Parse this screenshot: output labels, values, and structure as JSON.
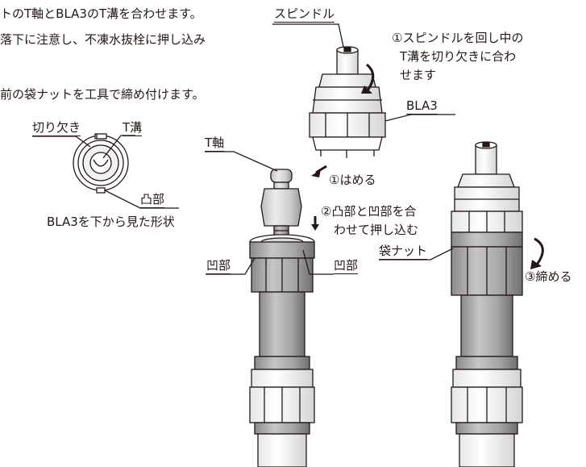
{
  "instructions": {
    "line1": "トのT軸とBLA3のT溝を合わせます。",
    "line2": "落下に注意し、不凍水抜栓に押し込み",
    "line3": "前の袋ナットを工具で締め付けます。"
  },
  "inset": {
    "label_notch": "切り欠き",
    "label_groove": "T溝",
    "label_convex": "凸部",
    "caption": "BLA3を下から見た形状"
  },
  "labels": {
    "spindle": "スピンドル",
    "step1_rotate": [
      "①スピンドルを回し中の",
      "T溝を切り欠きに合わ",
      "せます"
    ],
    "bla3": "BLA3",
    "t_shaft": "T軸",
    "step1_fit": "①はめる",
    "step2": [
      "②凸部と凹部を合",
      "わせて押し込む"
    ],
    "concave_left": "凹部",
    "concave_right": "凹部",
    "bag_nut": "袋ナット",
    "step3": "③締める"
  }
}
